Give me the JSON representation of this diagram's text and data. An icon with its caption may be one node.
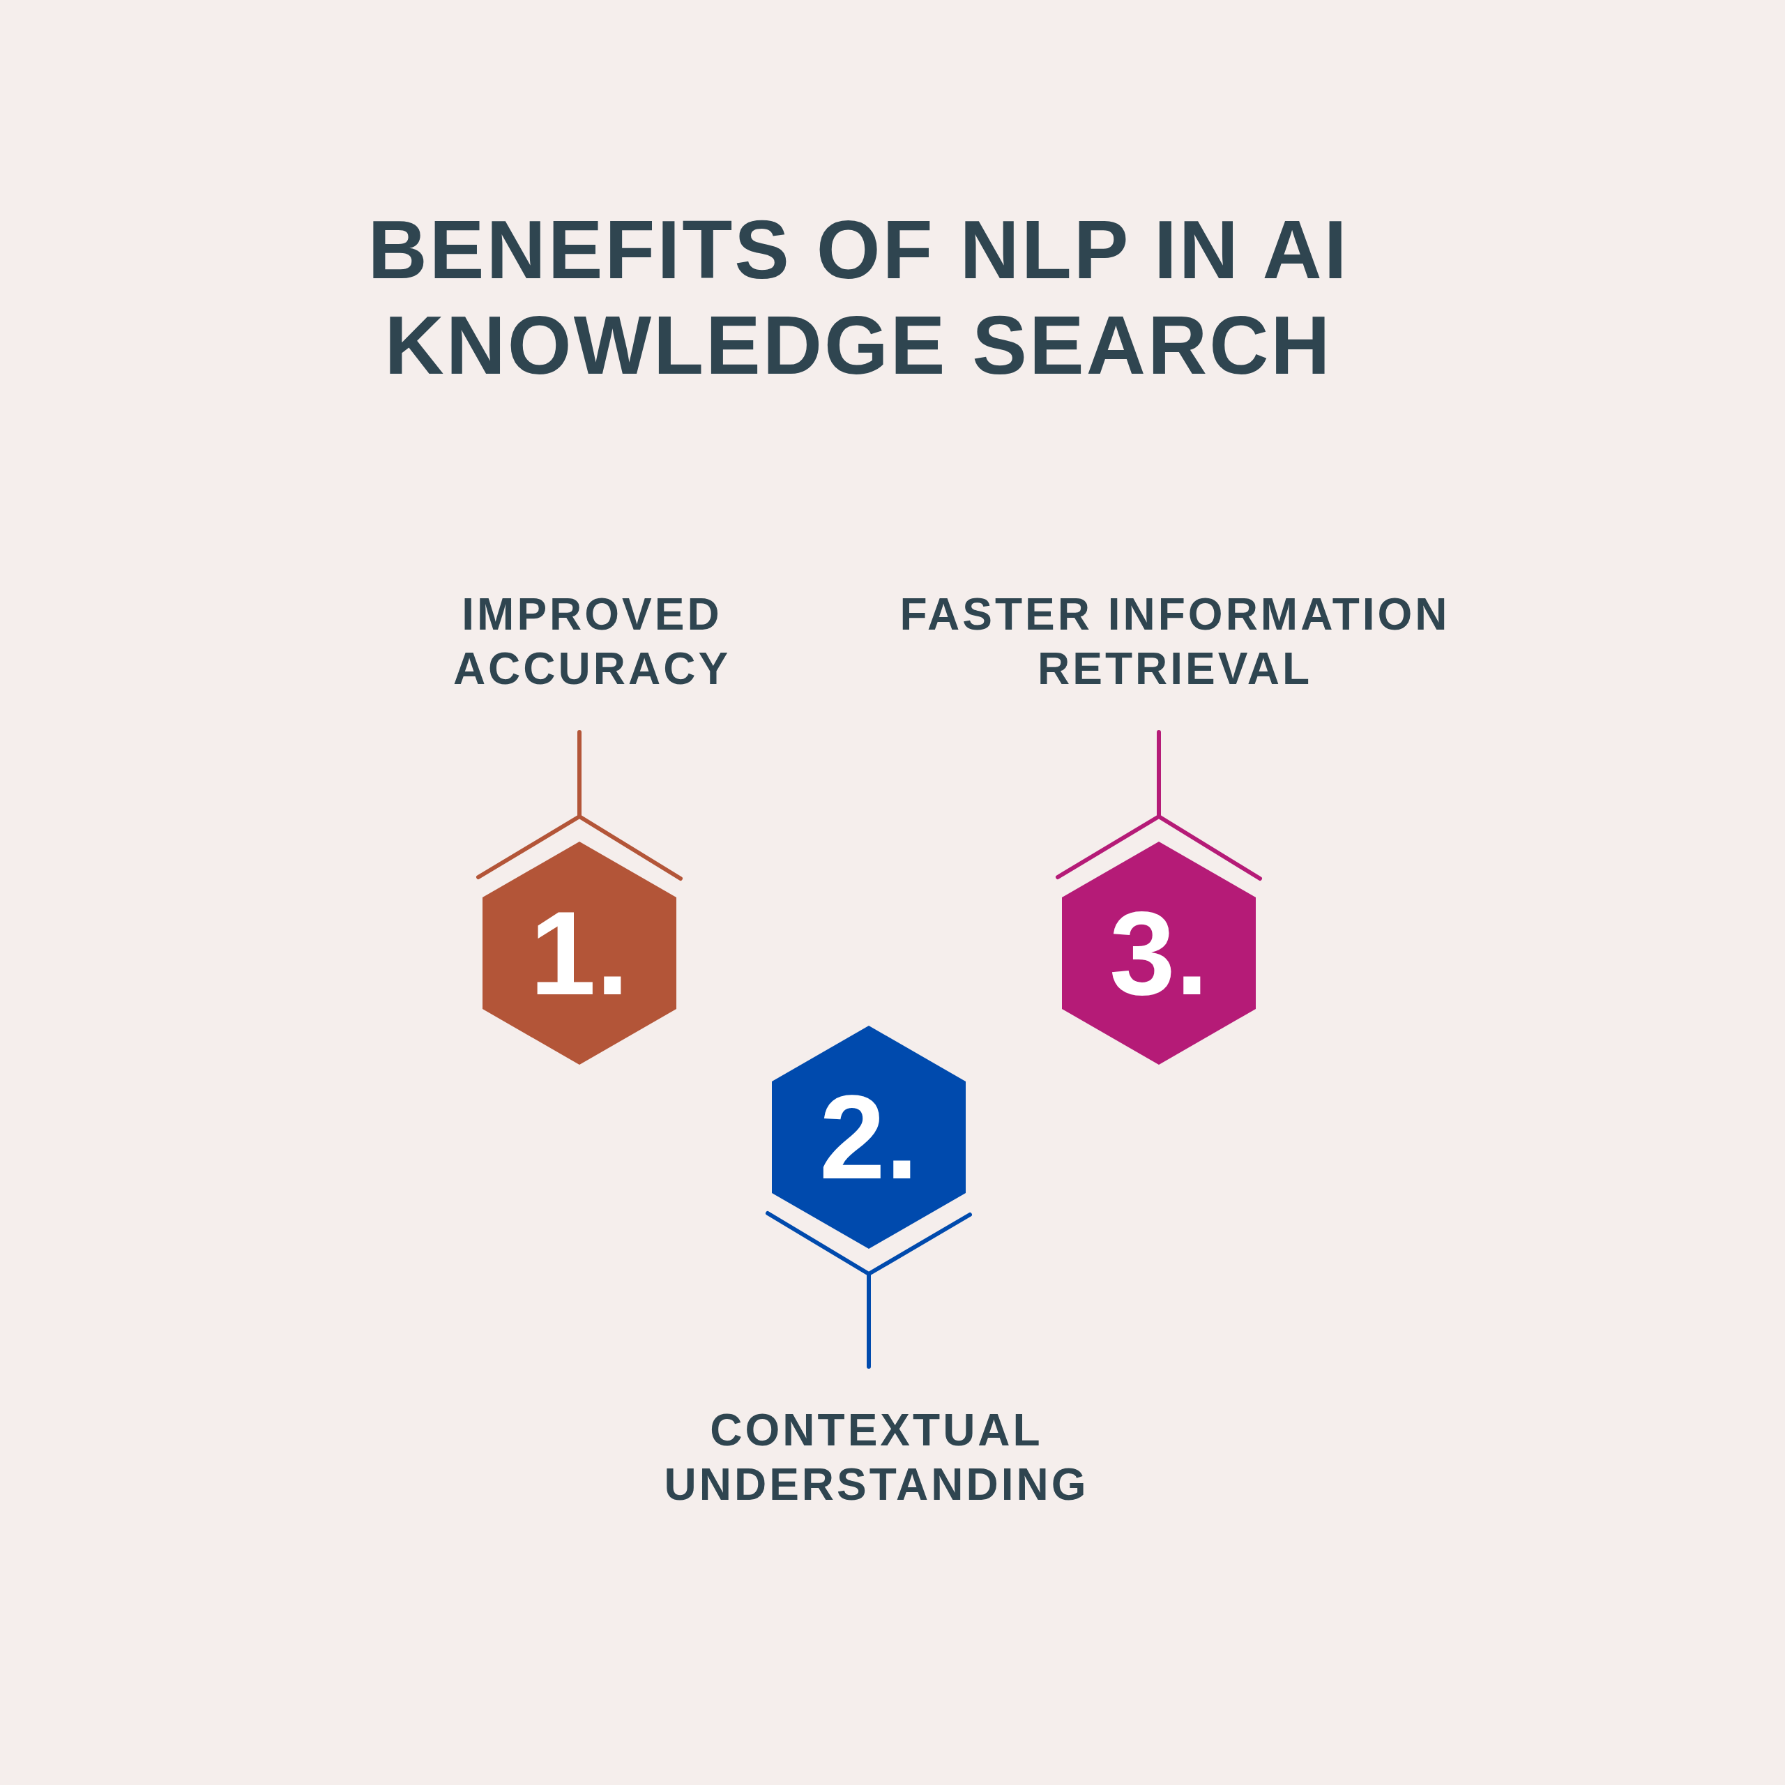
{
  "diagram": {
    "title": "BENEFITS OF NLP IN AI KNOWLEDGE SEARCH",
    "nodes": [
      {
        "text": [
          "IMPROVED ACCURACY"
        ]
      },
      {
        "text": [
          "1."
        ]
      },
      {
        "text": [
          "2."
        ]
      },
      {
        "text": [
          "CONTEXTUAL UNDERSTANDING"
        ]
      },
      {
        "text": [
          "FASTER INFORMATION RETRIEVAL"
        ]
      },
      {
        "text": [
          "3."
        ]
      }
    ],
    "edges": [
      {
        "from": 0,
        "to": 1,
        "arrow": "none",
        "color": "#b35538"
      },
      {
        "from": 3,
        "to": 2,
        "arrow": "none",
        "color": "#004aad"
      },
      {
        "from": 4,
        "to": 5,
        "arrow": "none",
        "color": "#b51b77"
      }
    ]
  }
}
